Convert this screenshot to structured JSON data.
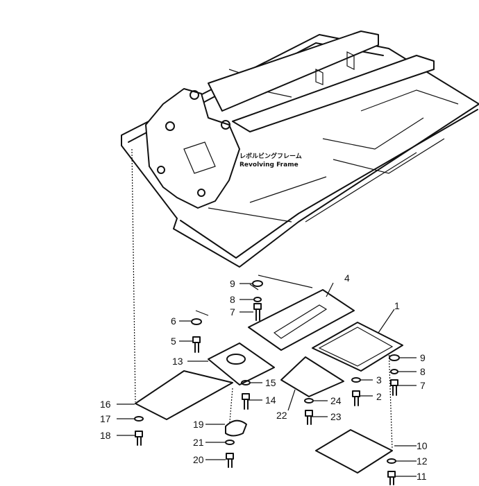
{
  "frame": {
    "label_jp": "レボルビングフレーム",
    "label_en": "Revolving  Frame"
  },
  "callouts": [
    {
      "id": "c1",
      "num": "1"
    },
    {
      "id": "c2",
      "num": "2"
    },
    {
      "id": "c3",
      "num": "3"
    },
    {
      "id": "c4",
      "num": "4"
    },
    {
      "id": "c5",
      "num": "5"
    },
    {
      "id": "c6",
      "num": "6"
    },
    {
      "id": "c7a",
      "num": "7"
    },
    {
      "id": "c7b",
      "num": "7"
    },
    {
      "id": "c8a",
      "num": "8"
    },
    {
      "id": "c8b",
      "num": "8"
    },
    {
      "id": "c9a",
      "num": "9"
    },
    {
      "id": "c9b",
      "num": "9"
    },
    {
      "id": "c10",
      "num": "10"
    },
    {
      "id": "c11",
      "num": "11"
    },
    {
      "id": "c12",
      "num": "12"
    },
    {
      "id": "c13",
      "num": "13"
    },
    {
      "id": "c14",
      "num": "14"
    },
    {
      "id": "c15",
      "num": "15"
    },
    {
      "id": "c16",
      "num": "16"
    },
    {
      "id": "c17",
      "num": "17"
    },
    {
      "id": "c18",
      "num": "18"
    },
    {
      "id": "c19",
      "num": "19"
    },
    {
      "id": "c20",
      "num": "20"
    },
    {
      "id": "c21",
      "num": "21"
    },
    {
      "id": "c22",
      "num": "22"
    },
    {
      "id": "c23",
      "num": "23"
    },
    {
      "id": "c24",
      "num": "24"
    }
  ]
}
